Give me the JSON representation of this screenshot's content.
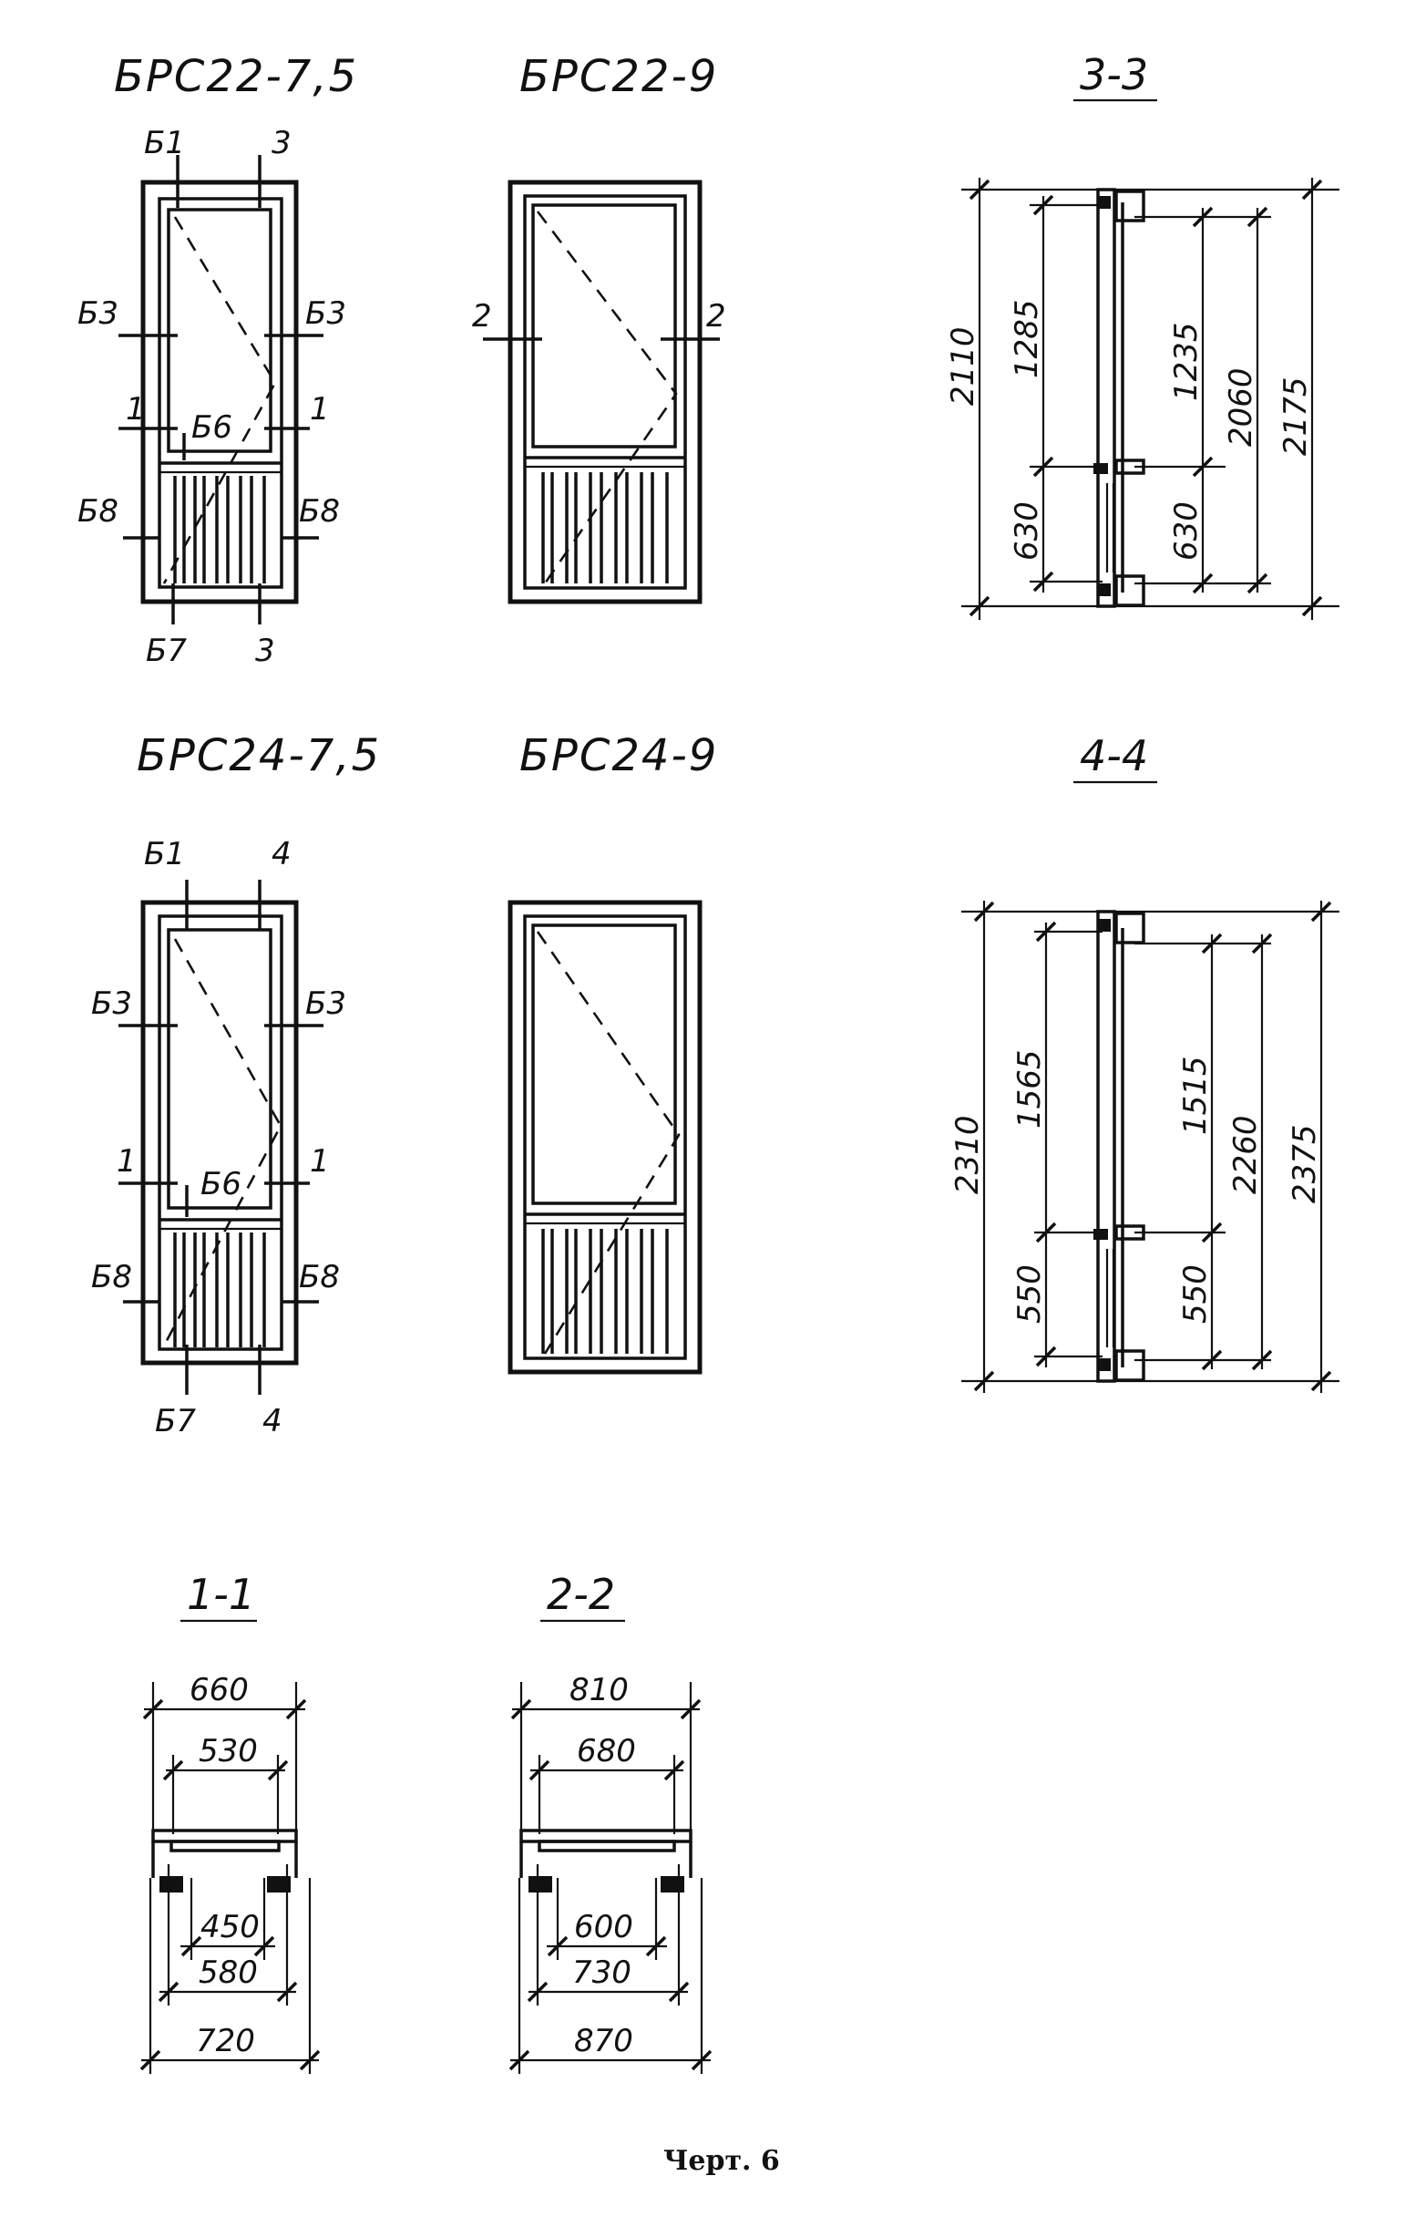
{
  "titles": {
    "brs22_75": "БРС22-7,5",
    "brs22_9": "БРС22-9",
    "brs24_75": "БРС24-7,5",
    "brs24_9": "БРС24-9"
  },
  "sections": {
    "s33": "3-3",
    "s44": "4-4",
    "s11": "1-1",
    "s22": "2-2"
  },
  "marks": {
    "b1": "Б1",
    "b3": "Б3",
    "b6": "Б6",
    "b7": "Б7",
    "b8": "Б8",
    "n1": "1",
    "n2": "2",
    "n3": "3",
    "n4": "4"
  },
  "dims_33": {
    "outer_total": "2175",
    "inner_total": "2060",
    "left_total": "2110",
    "upper_left": "1285",
    "upper_right": "1235",
    "lower_left": "630",
    "lower_right": "630"
  },
  "dims_44": {
    "outer_total": "2375",
    "inner_total": "2260",
    "left_total": "2310",
    "upper_left": "1565",
    "upper_right": "1515",
    "lower_left": "550",
    "lower_right": "550"
  },
  "dims_11": {
    "top_outer": "660",
    "top_inner": "530",
    "bot_inner": "450",
    "bot_mid": "580",
    "bot_outer": "720"
  },
  "dims_22": {
    "top_outer": "810",
    "top_inner": "680",
    "bot_inner": "600",
    "bot_mid": "730",
    "bot_outer": "870"
  },
  "caption": "Черт. 6"
}
